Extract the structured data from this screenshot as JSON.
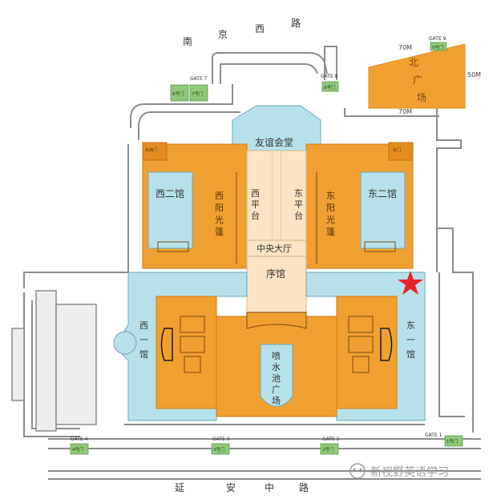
{
  "roads": {
    "north": [
      "南",
      "京",
      "西",
      "路"
    ],
    "south": [
      "延",
      "安",
      "中",
      "路"
    ]
  },
  "north_square": {
    "label": [
      "北",
      "广",
      "场"
    ],
    "width_top": "70M",
    "width_bottom": "70M",
    "height": "50M"
  },
  "halls": {
    "friendship_hall": "友谊会堂",
    "west_platform": [
      "西",
      "平",
      "台"
    ],
    "east_platform": [
      "东",
      "平",
      "台"
    ],
    "central_hall": "中央大厅",
    "prelude_hall": "序馆",
    "west_two": "西二馆",
    "east_two": "东二馆",
    "west_sun": [
      "西",
      "阳",
      "光",
      "篷"
    ],
    "east_sun": [
      "东",
      "阳",
      "光",
      "篷"
    ],
    "west_one": [
      "西",
      "一",
      "馆"
    ],
    "east_one": [
      "东",
      "一",
      "馆"
    ],
    "fountain_square": [
      "喷",
      "水",
      "池",
      "广",
      "场"
    ]
  },
  "gates": [
    {
      "id": "gate-9",
      "label": "GATE 9",
      "door": "9号门"
    },
    {
      "id": "gate-7",
      "label": "GATE 7",
      "door": "7号门",
      "extra": "6号门"
    },
    {
      "id": "gate-8",
      "label": "GATE 8",
      "door": "8号门"
    },
    {
      "id": "gate-4",
      "label": "GATE 4",
      "door": "4号门"
    },
    {
      "id": "gate-3",
      "label": "GATE 3",
      "door": "3号门"
    },
    {
      "id": "gate-2",
      "label": "GATE 2",
      "door": "2号门"
    },
    {
      "id": "gate-1",
      "label": "GATE 1",
      "door": "1号门"
    }
  ],
  "corner_labels": {
    "nw": "东西门",
    "ne": "东门"
  },
  "watermark": "新视野英语学习",
  "colors": {
    "orange": "#f0a030",
    "orange_dark": "#e58c1e",
    "blue": "#b7e1ea",
    "cream": "#fbe3c3",
    "gate_green": "#8fc97a",
    "road": "#8c8c8c",
    "star": "#e8222a"
  }
}
